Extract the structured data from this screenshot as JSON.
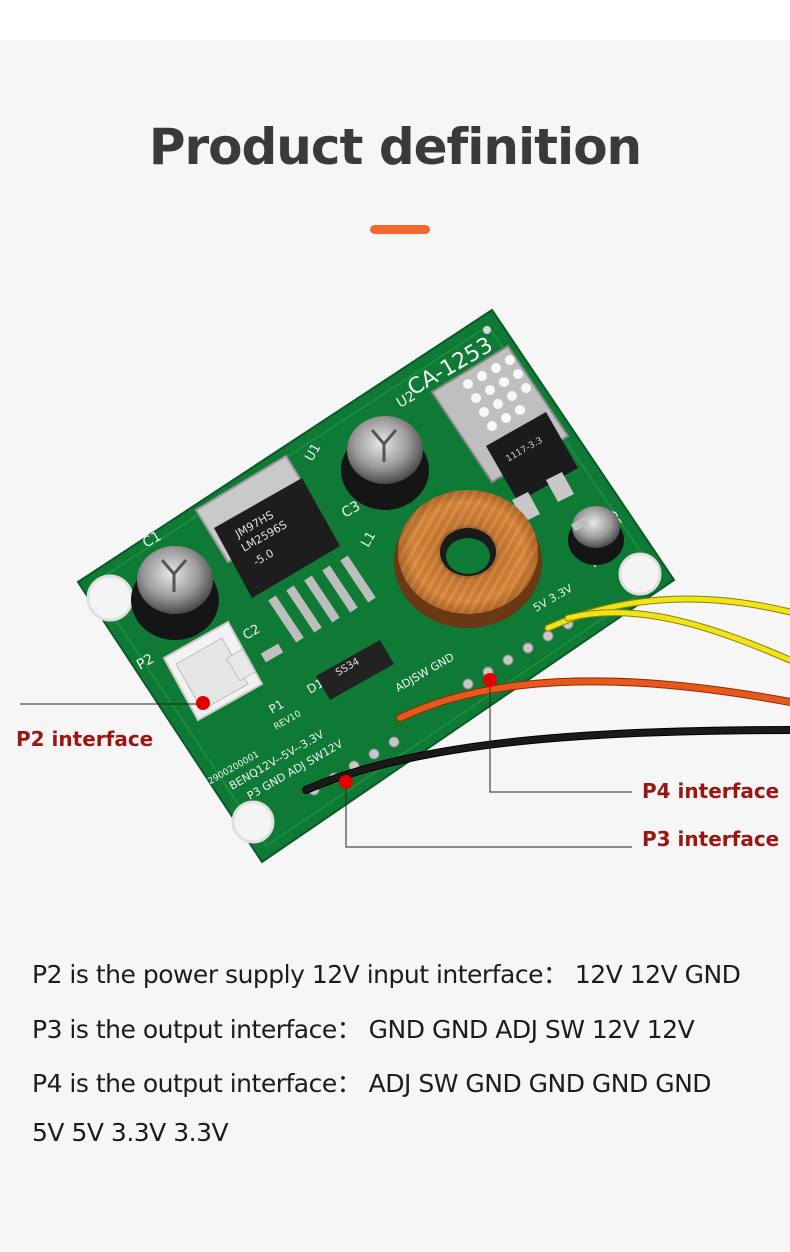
{
  "heading": {
    "title": "Product definition",
    "accent_color": "#f26a2e"
  },
  "board": {
    "model_label": "CA-1253",
    "u2_label": "U2",
    "u1_label": "U1",
    "c1_label": "C1",
    "c2_label": "C2",
    "c3_label": "C3",
    "c5_label": "C5",
    "l1_label": "L1",
    "d1_label": "D1",
    "p1_label": "P1",
    "p2_label": "P2",
    "p4_label": "P4",
    "chip_line1": "JM97HS",
    "chip_line2": "LM2596S",
    "chip_line3": "-5.0",
    "reg_line1": "1117-3.3",
    "diode_label": "SS34",
    "board_id": "G2900200001",
    "rev_label": "REV10",
    "silk_line1": "BENQ12V--5V--3.3V",
    "silk_line2": "P3 GND ADJ SW12V",
    "p4_silk": "ADJSW GND",
    "p4_silk2": "5V 3.3V"
  },
  "callouts": {
    "p2": "P2  interface",
    "p4": "P4  interface",
    "p3": "P3  interface",
    "marker_color": "#e30000",
    "text_color": "#9b1512"
  },
  "descriptions": {
    "line1": "P2 is the power supply 12V input interface： 12V 12V GND",
    "line2": "P3 is the output interface：   GND GND ADJ SW 12V 12V",
    "line3": "P4 is the output interface： ADJ SW GND GND GND GND",
    "line4": "5V 5V 3.3V 3.3V"
  }
}
